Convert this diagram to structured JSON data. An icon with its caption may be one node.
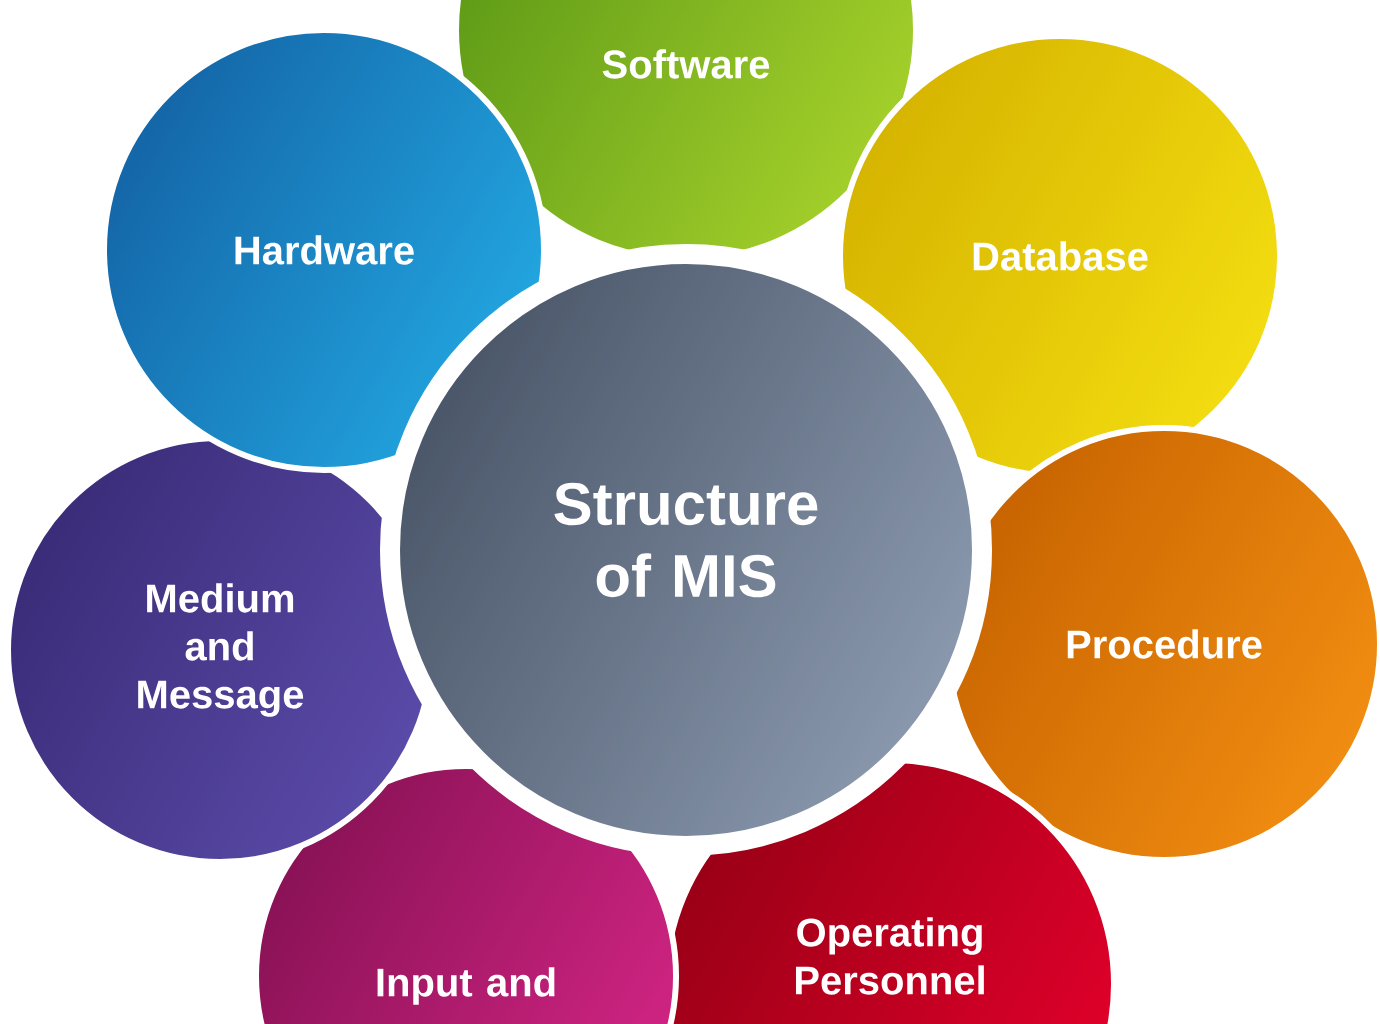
{
  "diagram": {
    "nodes": [
      {
        "text": [
          "Structure of MIS"
        ]
      },
      {
        "text": [
          "Software"
        ]
      },
      {
        "text": [
          "Database"
        ]
      },
      {
        "text": [
          "Procedure"
        ]
      },
      {
        "text": [
          "Operating Personnel"
        ]
      },
      {
        "text": [
          "Input and"
        ]
      },
      {
        "text": [
          "Medium and Message"
        ]
      },
      {
        "text": [
          "Hardware"
        ]
      }
    ]
  }
}
